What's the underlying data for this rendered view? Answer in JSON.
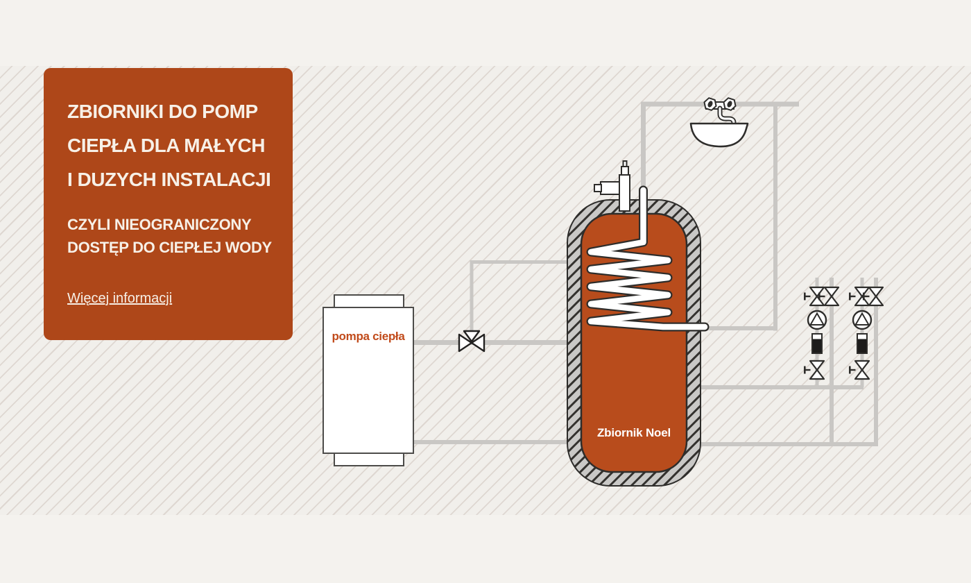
{
  "panel": {
    "heading_lines": [
      "ZBIORNIKI DO POMP",
      "CIEPŁA DLA MAŁYCH",
      "I DUZYCH INSTALACJI"
    ],
    "subheading_lines": [
      "CZYLI NIEOGRANICZONY",
      "DOSTĘP DO CIEPŁEJ WODY"
    ],
    "link_label": "Więcej informacji",
    "bg_color": "#ae4719",
    "text_color": "#f7f0e7"
  },
  "diagram": {
    "heat_pump_label": "pompa ciepła",
    "heat_pump_label_color": "#c14b1b",
    "tank_label": "Zbiornik Noel",
    "tank_label_color": "#ffffff",
    "tank_fill_color": "#b84c1c",
    "tank_shell_color": "#c9c8c6",
    "pipe_color": "#c9c7c4",
    "outline_color": "#2e2d2b",
    "icons": {
      "tank": "buffer-tank-with-coil",
      "coil": "heat-exchanger-coil",
      "anode": "tank-top-fitting",
      "three_way_valve": "three-way-valve",
      "sink": "washbasin-with-faucet",
      "circuit_components": [
        "shut-off-valve",
        "circulation-pump",
        "filter",
        "shut-off-valve"
      ]
    },
    "circuit_groups": 2
  }
}
